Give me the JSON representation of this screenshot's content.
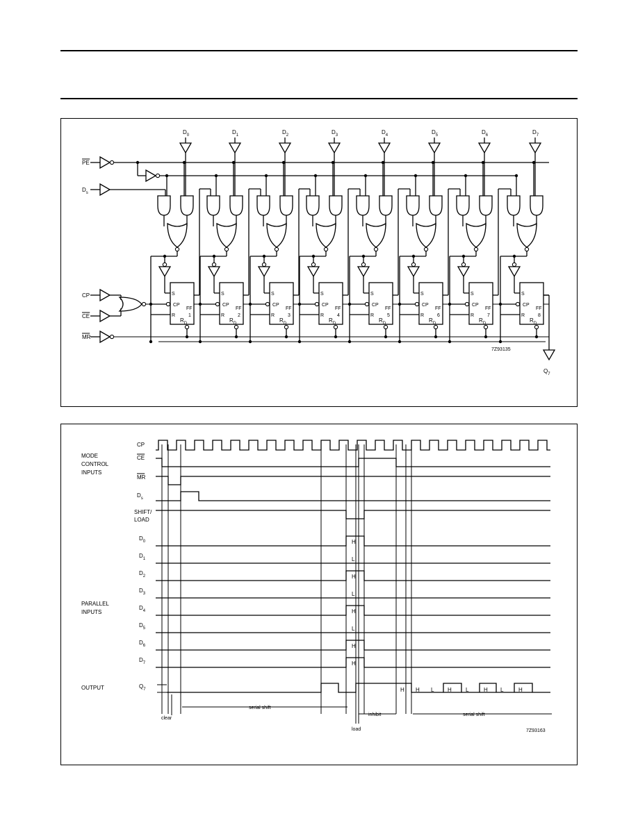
{
  "logic_diagram": {
    "data_inputs": [
      "D0",
      "D1",
      "D2",
      "D3",
      "D4",
      "D5",
      "D6",
      "D7"
    ],
    "left_inputs": {
      "pe": "PE",
      "ds": "Ds",
      "cp": "CP",
      "ce": "CE",
      "mr": "MR"
    },
    "flip_flop": {
      "set": "S",
      "clock": "CP",
      "reset": "R",
      "direct_reset": "RD",
      "ff": "FF",
      "numbers": [
        "1",
        "2",
        "3",
        "4",
        "5",
        "6",
        "7",
        "8"
      ]
    },
    "output": "Q7",
    "figure_code": "7Z93135"
  },
  "timing_diagram": {
    "group_labels": {
      "mode_control": [
        "MODE",
        "CONTROL",
        "INPUTS"
      ],
      "parallel": [
        "PARALLEL",
        "INPUTS"
      ],
      "output": "OUTPUT"
    },
    "signals": {
      "cp": "CP",
      "ce": "CE",
      "mr": "MR",
      "ds": "Ds",
      "shift_load": [
        "SHIFT/",
        "LOAD"
      ],
      "d": [
        "D0",
        "D1",
        "D2",
        "D3",
        "D4",
        "D5",
        "D6",
        "D7"
      ],
      "q7": "Q7"
    },
    "parallel_load_levels": [
      "H",
      "L",
      "H",
      "L",
      "H",
      "L",
      "H",
      "H"
    ],
    "serial_output_levels": [
      "H",
      "H",
      "L",
      "H",
      "L",
      "H",
      "L",
      "H"
    ],
    "annotations": {
      "clear": "clear",
      "serial_shift_1": "serial shift",
      "inhibit": "inhibit",
      "serial_shift_2": "serial shift",
      "load": "load"
    },
    "figure_code": "7Z93163"
  }
}
